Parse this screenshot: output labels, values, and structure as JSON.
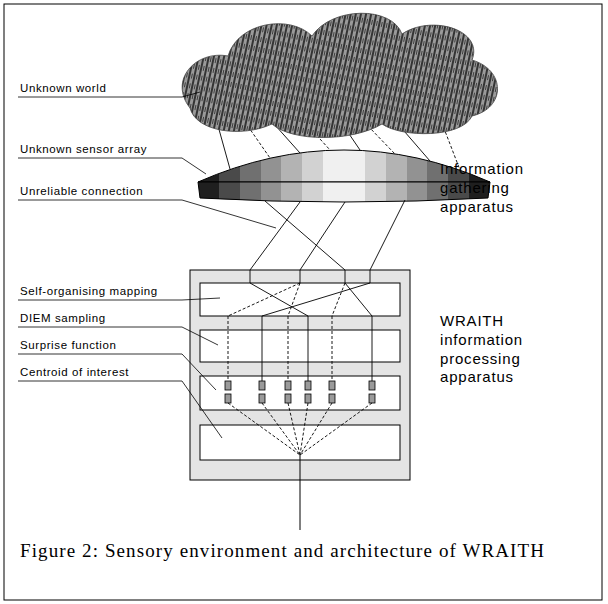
{
  "diagram": {
    "caption": "Figure 2: Sensory environment and architecture of WRAITH",
    "labels": [
      "Unknown world",
      "Unknown sensor array",
      "Unreliable connection",
      "Self-organising mapping",
      "DIEM sampling",
      "Surprise function",
      "Centroid of interest",
      "Information gathering apparatus",
      "WRAITH information processing apparatus"
    ]
  }
}
